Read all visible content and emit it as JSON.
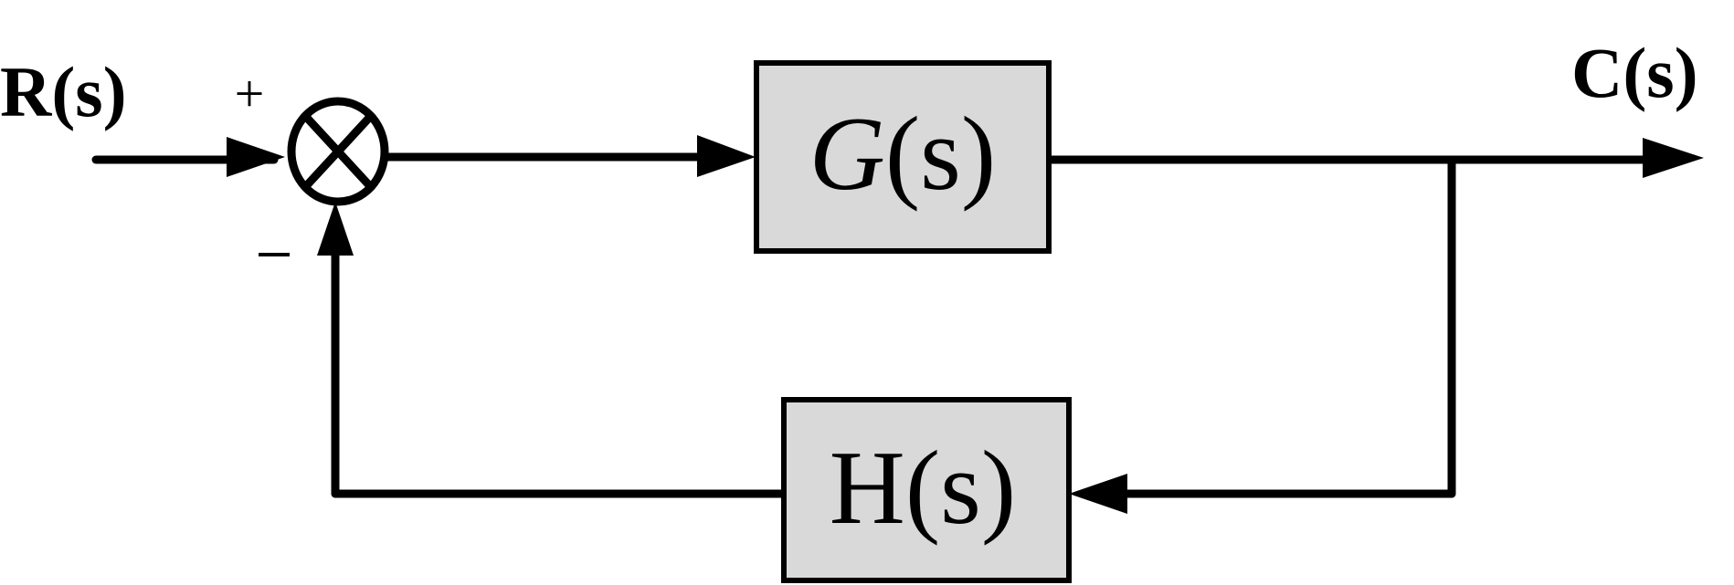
{
  "labels": {
    "input": "R(s)",
    "output": "C(s)",
    "plus_sign": "+",
    "minus_sign": "—"
  },
  "blocks": {
    "forward": {
      "symbol": "G",
      "arg": "(s)"
    },
    "feedback": {
      "symbol": "H",
      "arg": "(s)"
    }
  },
  "colors": {
    "block_fill": "#d9d9d9",
    "line": "#000000",
    "background": "#ffffff"
  },
  "icons": {
    "summing_junction": "circle-x-icon",
    "arrowhead": "arrowhead-icon"
  }
}
